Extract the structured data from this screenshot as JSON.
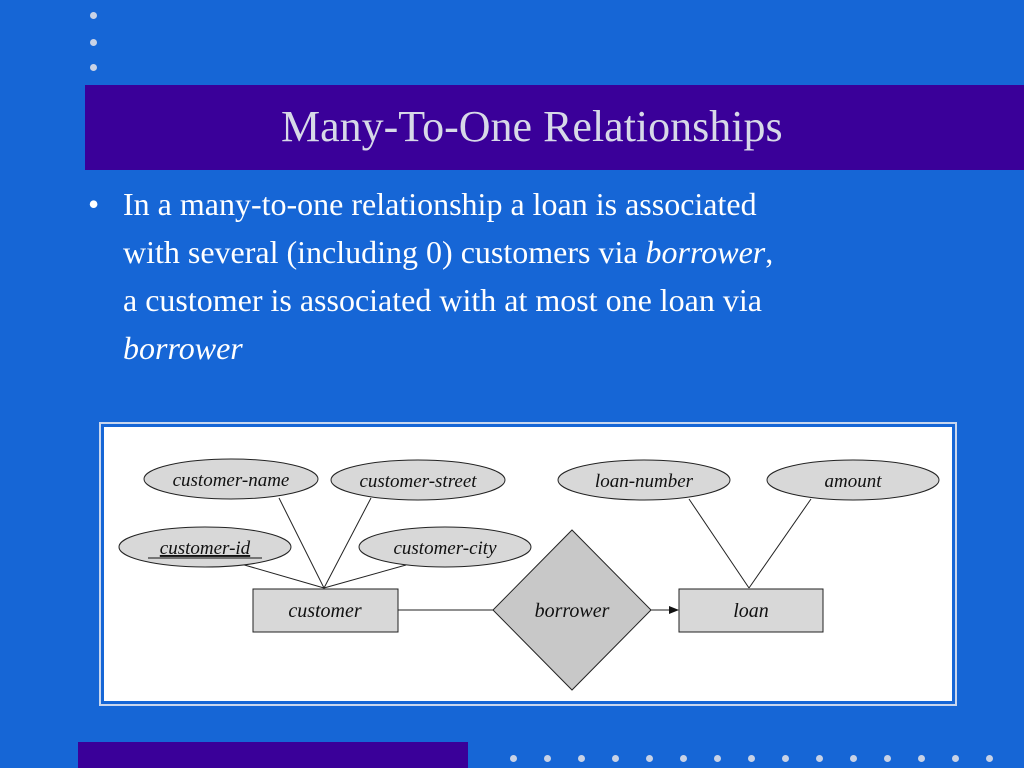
{
  "slide": {
    "title": "Many-To-One Relationships",
    "bullet": {
      "line1": "In a many-to-one relationship a loan is associated",
      "line2_a": "with several (including 0) customers via ",
      "line2_em": "borrower",
      "line2_b": ",",
      "line3": "a customer is associated with at most one loan via",
      "line4_em": "borrower"
    }
  },
  "diagram": {
    "attributes": {
      "customer_name": "customer-name",
      "customer_street": "customer-street",
      "customer_id": "customer-id",
      "customer_city": "customer-city",
      "loan_number": "loan-number",
      "amount": "amount"
    },
    "entities": {
      "customer": "customer",
      "loan": "loan"
    },
    "relationship": "borrower"
  },
  "colors": {
    "background": "#1666d6",
    "title_bar": "#3a0099",
    "shape_fill": "#d8d8d8",
    "diamond_fill": "#c8c8c8"
  }
}
